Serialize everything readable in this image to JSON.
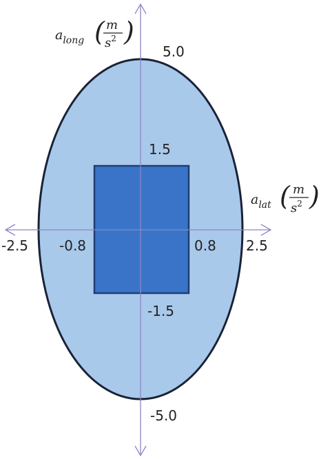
{
  "diagram": {
    "colors": {
      "ellipse_fill": "#a9c9eb",
      "ellipse_stroke": "#1a2236",
      "rect_fill": "#3a74c8",
      "rect_stroke": "#1f3d73",
      "axis": "#8a86c6"
    },
    "ellipse": {
      "a_lat": 2.5,
      "a_long": 5.0
    },
    "rectangle": {
      "a_lat_min": -0.8,
      "a_lat_max": 0.8,
      "a_long_min": -1.5,
      "a_long_max": 1.5
    },
    "labels": {
      "y_pos_5": "5.0",
      "y_neg_5": "-5.0",
      "y_pos_1_5": "1.5",
      "y_neg_1_5": "-1.5",
      "x_neg_2_5": "-2.5",
      "x_pos_2_5": "2.5",
      "x_neg_0_8": "-0.8",
      "x_pos_0_8": "0.8"
    },
    "y_axis_title": {
      "symbol": "a",
      "subscript": "long",
      "numerator": "m",
      "denominator": "s",
      "exponent": "2"
    },
    "x_axis_title": {
      "symbol": "a",
      "subscript": "lat",
      "numerator": "m",
      "denominator": "s",
      "exponent": "2"
    }
  }
}
